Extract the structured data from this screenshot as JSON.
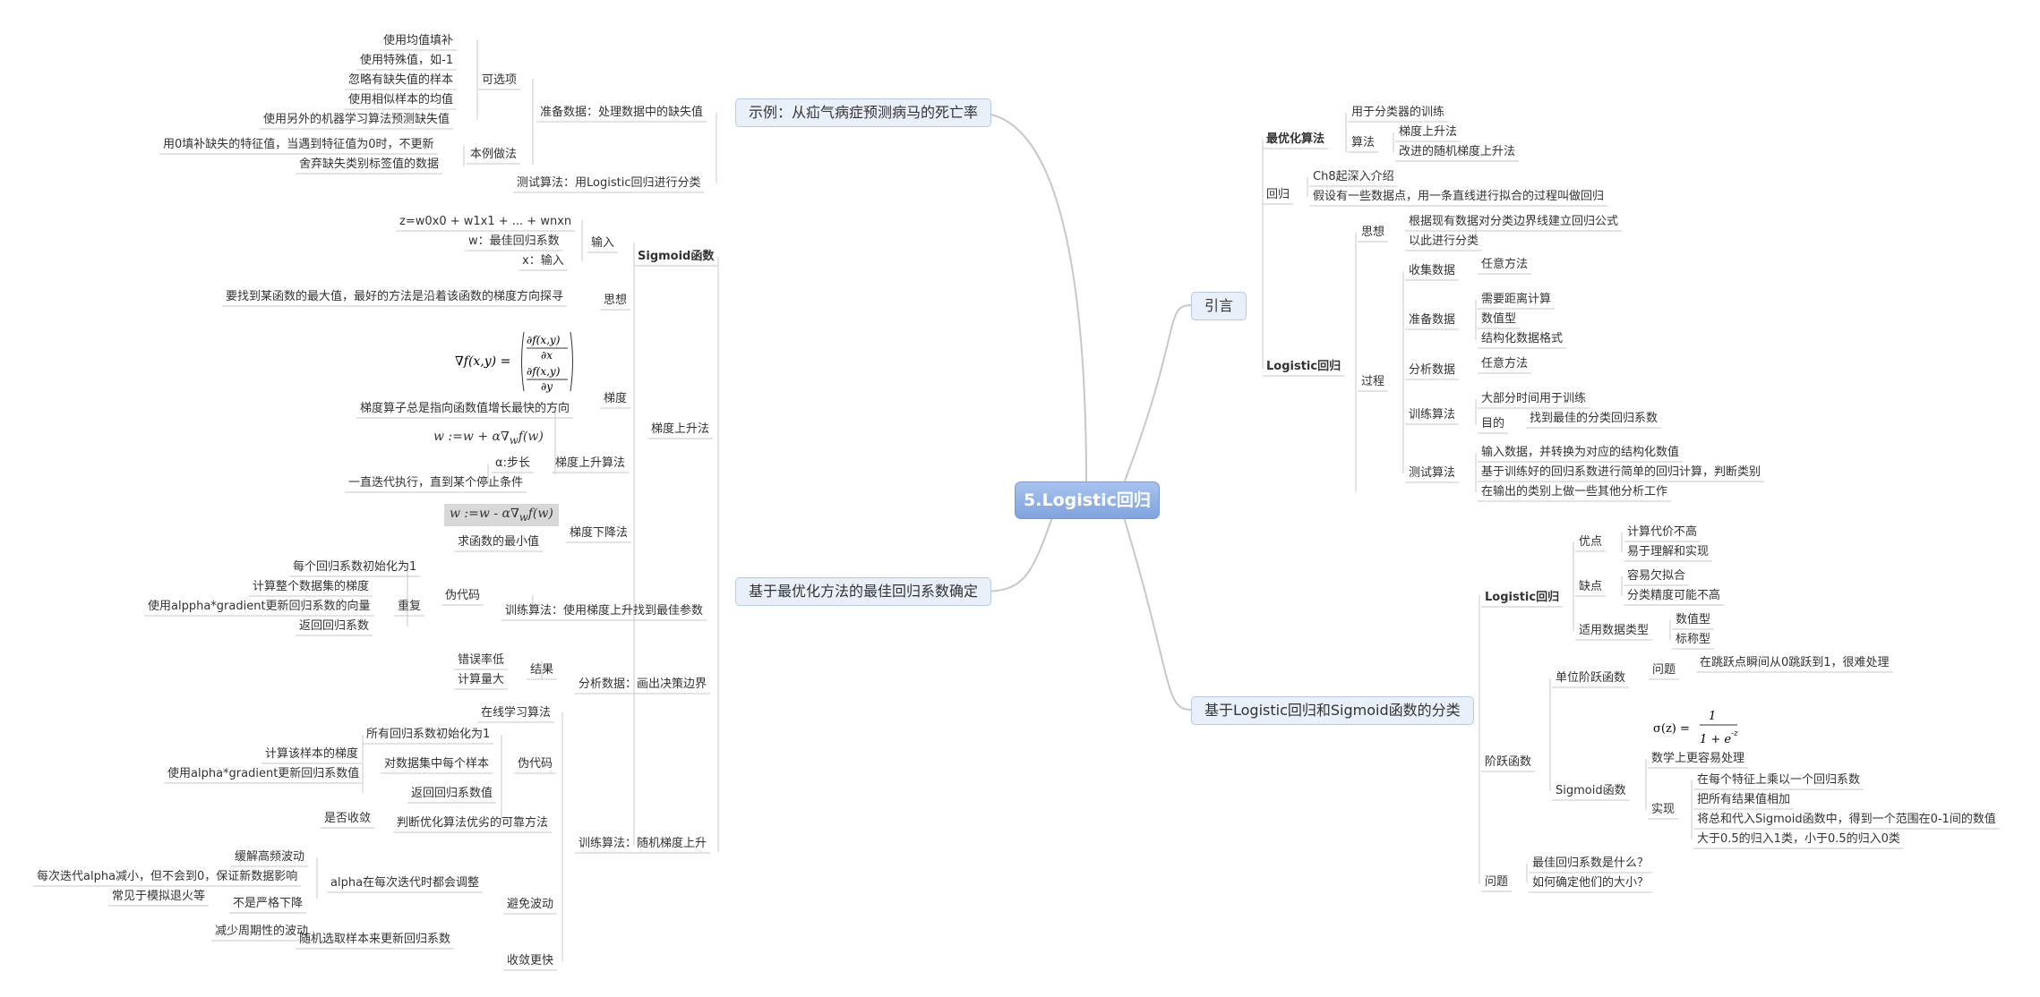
{
  "center": "5.Logistic回归",
  "main_branches": {
    "example": "示例：从疝气病症预测病马的死亡率",
    "intro": "引言",
    "optimize": "基于最优化方法的最佳回归系数确定",
    "classify": "基于Logistic回归和Sigmoid函数的分类"
  },
  "texts": [
    "准备数据：处理数据中的缺失值",
    "可选项",
    "使用均值填补",
    "使用特殊值，如-1",
    "忽略有缺失值的样本",
    "使用相似样本的均值",
    "使用另外的机器学习算法预测缺失值",
    "本例做法",
    "用0填补缺失的特征值，当遇到特征值为0时，不更新",
    "舍弃缺失类别标签值的数据",
    "测试算法：用Logistic回归进行分类",
    "Sigmoid函数",
    "输入",
    "z=w0x0 + w1x1 + ... + wnxn",
    "w：最佳回归系数",
    "x：输入",
    "梯度上升法",
    "思想",
    "要找到某函数的最大值，最好的方法是沿着该函数的梯度方向探寻",
    "梯度",
    "梯度算子总是指向函数值增长最快的方向",
    "梯度上升算法",
    "α:步长",
    "一直迭代执行，直到某个停止条件",
    "梯度下降法",
    "求函数的最小值",
    "训练算法：使用梯度上升找到最佳参数",
    "伪代码",
    "每个回归系数初始化为1",
    "重复",
    "计算整个数据集的梯度",
    "使用alppha*gradient更新回归系数的向量",
    "返回回归系数",
    "分析数据：画出决策边界",
    "结果",
    "错误率低",
    "计算量大",
    "训练算法：随机梯度上升",
    "在线学习算法",
    "伪代码",
    "所有回归系数初始化为1",
    "对数据集中每个样本",
    "计算该样本的梯度",
    "使用alpha*gradient更新回归系数值",
    "返回回归系数值",
    "判断优化算法优劣的可靠方法",
    "是否收敛",
    "避免波动",
    "alpha在每次迭代时都会调整",
    "缓解高频波动",
    "每次迭代alpha减小，但不会到0，保证新数据影响",
    "不是严格下降",
    "常见于模拟退火等",
    "随机选取样本来更新回归系数",
    "减少周期性的波动",
    "收敛更快",
    "最优化算法",
    "用于分类器的训练",
    "算法",
    "梯度上升法",
    "改进的随机梯度上升法",
    "回归",
    "Ch8起深入介绍",
    "假设有一些数据点，用一条直线进行拟合的过程叫做回归",
    "Logistic回归",
    "思想",
    "根据现有数据对分类边界线建立回归公式",
    "以此进行分类",
    "过程",
    "收集数据",
    "任意方法",
    "准备数据",
    "需要距离计算",
    "数值型",
    "结构化数据格式",
    "分析数据",
    "任意方法",
    "训练算法",
    "大部分时间用于训练",
    "目的",
    "找到最佳的分类回归系数",
    "测试算法",
    "输入数据，并转换为对应的结构化数值",
    "基于训练好的回归系数进行简单的回归计算，判断类别",
    "在输出的类别上做一些其他分析工作",
    "Logistic回归",
    "优点",
    "计算代价不高",
    "易于理解和实现",
    "缺点",
    "容易欠拟合",
    "分类精度可能不高",
    "适用数据类型",
    "数值型",
    "标称型",
    "阶跃函数",
    "单位阶跃函数",
    "问题",
    "在跳跃点瞬间从0跳跃到1，很难处理",
    "Sigmoid函数",
    "数学上更容易处理",
    "实现",
    "在每个特征上乘以一个回归系数",
    "把所有结果值相加",
    "将总和代入Sigmoid函数中，得到一个范围在0-1间的数值",
    "大于0.5的归入1类，小于0.5的归入0类",
    "问题",
    "最佳回归系数是什么？",
    "如何确定他们的大小？"
  ],
  "formulas": {
    "gradient": "∇f(x,y) = ( ∂f(x,y)/∂x , ∂f(x,y)/∂y )",
    "ascent": "w := w + α∇wf(w)",
    "descent": "w := w - α∇wf(w)",
    "sigmoid": "σ(z) = 1 / (1 + e^-z)"
  },
  "colors": {
    "line": "#c8c8c8",
    "underline": "#c0c0c0",
    "box_bg": "#e9f0fa",
    "box_border": "#b8cbe6",
    "center_top": "#a9c3ee",
    "center_bottom": "#7fa3df"
  }
}
